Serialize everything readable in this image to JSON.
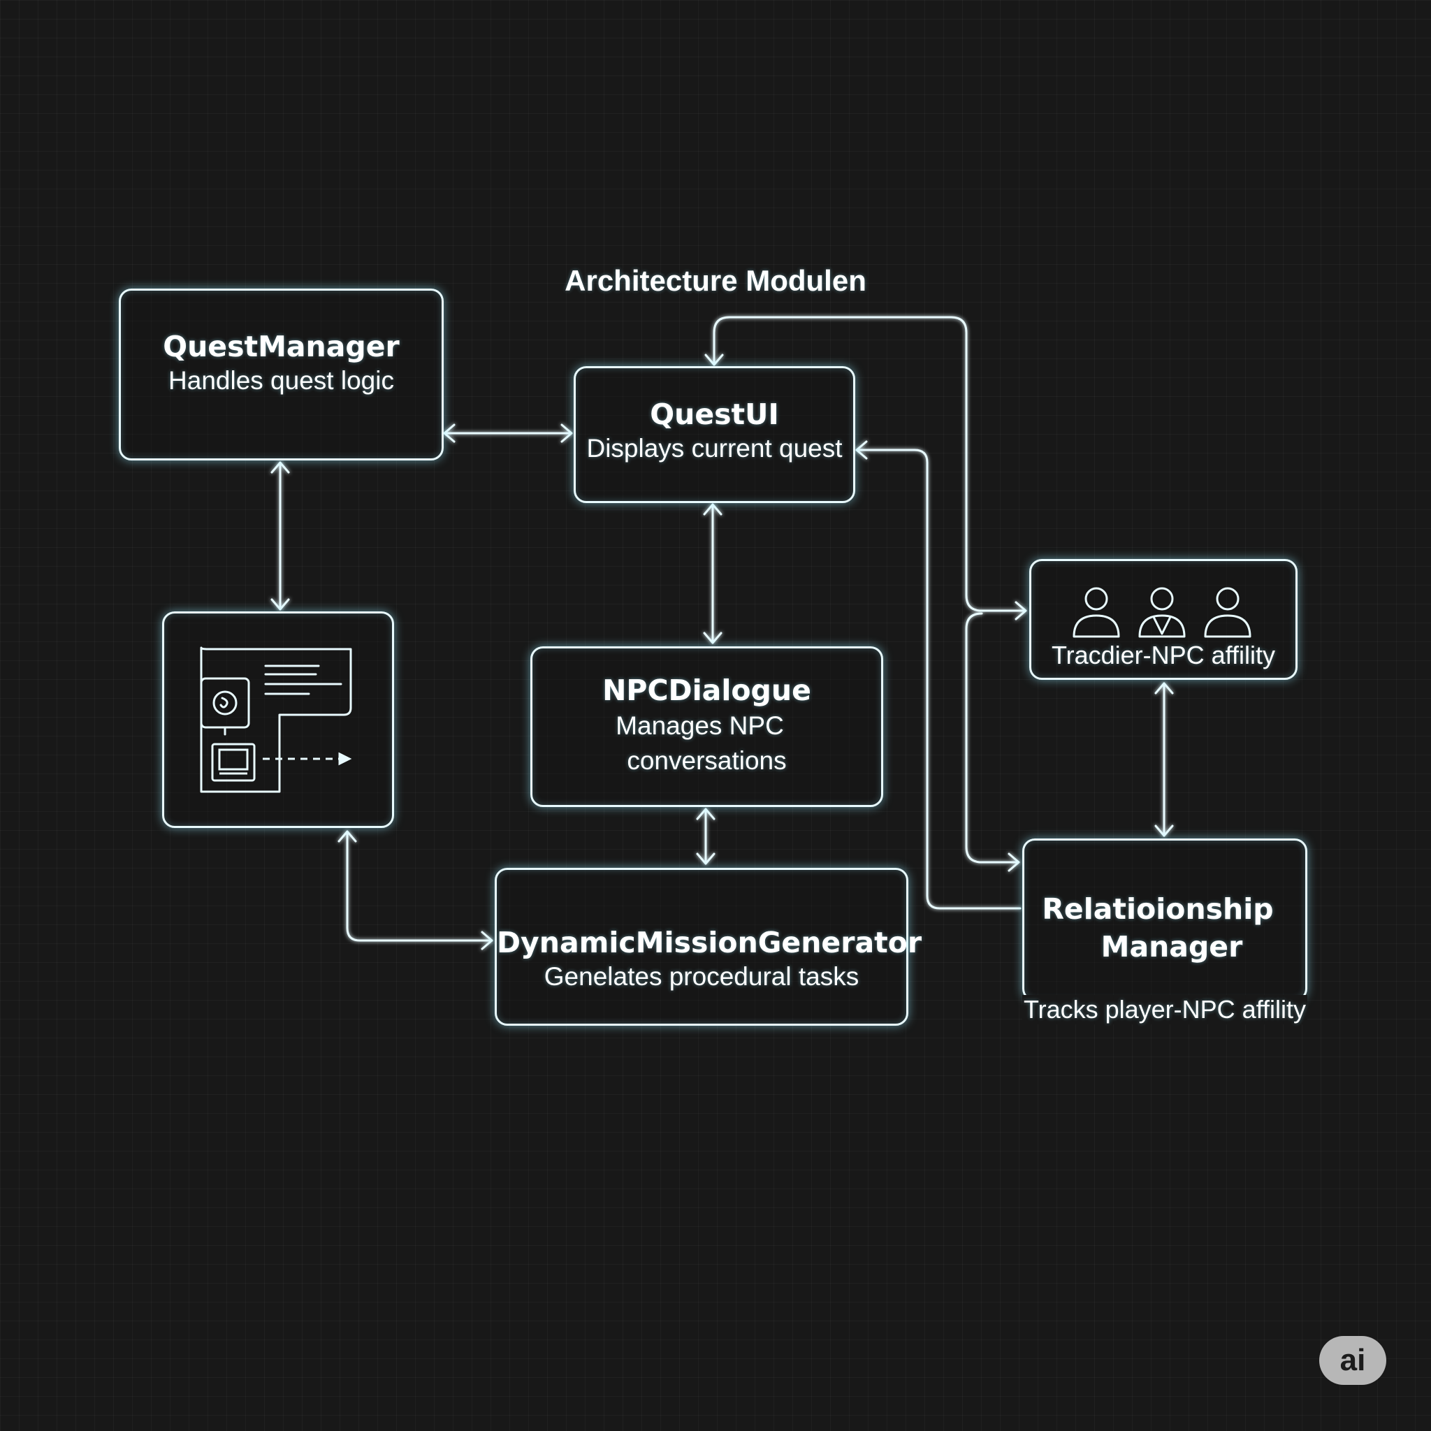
{
  "diagram": {
    "title": "Architecture Modulen",
    "nodes": {
      "quest_manager": {
        "title": "QuestManager",
        "desc": "Handles quest logic"
      },
      "quest_ui": {
        "title": "QuestUI",
        "desc": "Displays current quest"
      },
      "npc_dialogue": {
        "title": "NPCDialogue",
        "desc_line1": "Manages NPC",
        "desc_line2": "conversations"
      },
      "dynamic_mission": {
        "title": "DynamicMissionGenerator",
        "desc": "Genelates procedural tasks"
      },
      "tracker": {
        "desc": "Tracdier-NPC affility"
      },
      "relationship_manager": {
        "title_line1": "Relatioionship",
        "title_line2": "Manager",
        "desc": "Tracks player-NPC affility"
      }
    },
    "badge": "ai"
  },
  "colors": {
    "background": "#181818",
    "line": "#e9fbff",
    "glow": "#96ebff"
  },
  "icons": [
    "people-icon",
    "document-icon",
    "laptop-icon",
    "arrow-icon"
  ]
}
